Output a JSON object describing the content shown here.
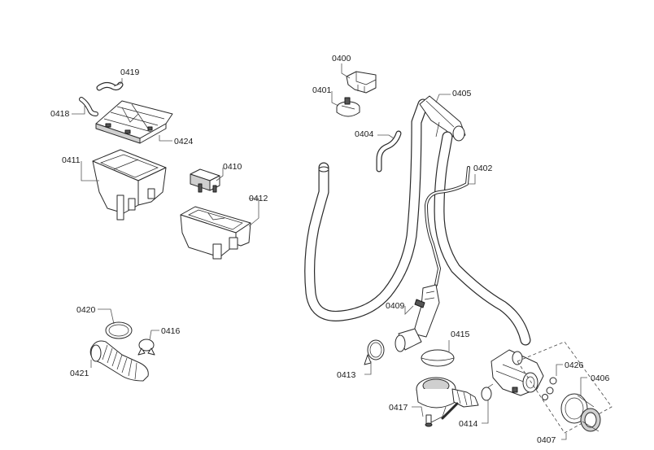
{
  "diagram": {
    "labels": {
      "p0400": "0400",
      "p0401": "0401",
      "p0402": "0402",
      "p0404": "0404",
      "p0405": "0405",
      "p0406": "0406",
      "p0407": "0407",
      "p0409": "0409",
      "p0410": "0410",
      "p0411": "0411",
      "p0412": "0412",
      "p0413": "0413",
      "p0414": "0414",
      "p0415": "0415",
      "p0416": "0416",
      "p0417": "0417",
      "p0418": "0418",
      "p0419": "0419",
      "p0420": "0420",
      "p0421": "0421",
      "p0424": "0424",
      "p0426": "0426"
    }
  }
}
